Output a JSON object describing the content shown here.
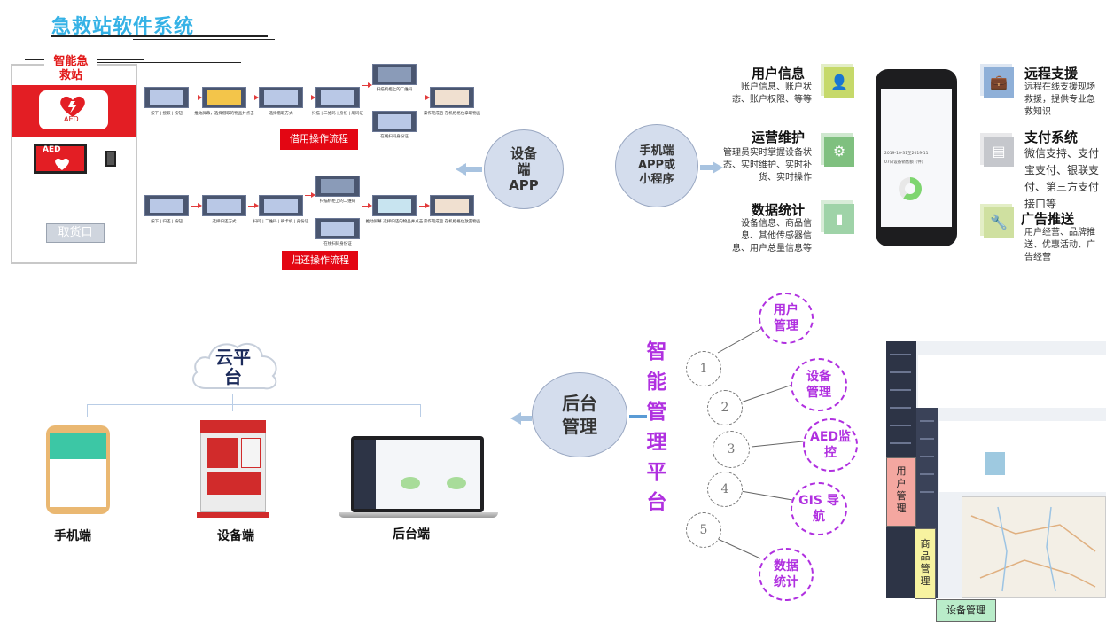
{
  "title": "急救站软件系统",
  "kiosk": {
    "label_line1": "智能急",
    "label_line2": "救站",
    "aed_card_text": "AED",
    "aed_panel_text": "AED",
    "pickup_button": "取货口"
  },
  "borrow_flow": {
    "steps": [
      "按下 | 搜取 | 按钮",
      "推动屏幕，选择借取的物品并点击",
      "选择借取方式",
      "扫描 | 二维码 | 身份 | 刷码证",
      "扫描机柜上的二维码",
      "在线扫码身份证",
      "操作完成后 在机柜格位拿取物品"
    ],
    "button": "借用操作流程"
  },
  "return_flow": {
    "steps": [
      "按下 | 归还 | 按钮",
      "选择归还方式",
      "扫码 | 二维码 | 刷卡机 | 身份证",
      "扫描机柜上的二维码",
      "在线扫码身份证",
      "推动屏幕 选择归还的物品并点击",
      "操作完成后 在机柜格位放置物品"
    ],
    "button": "归还操作流程"
  },
  "device_app_circle": [
    "设备",
    "端",
    "APP"
  ],
  "mobile_circle": [
    "手机端",
    "APP或",
    "小程序"
  ],
  "features_left": [
    {
      "title": "用户信息",
      "desc": "账户信息、账户状态、账户权限、等等",
      "icon": "user-icon"
    },
    {
      "title": "运营维护",
      "desc": "管理员实时掌握设备状态、实时维护、实时补货、实时操作",
      "icon": "gear-icon"
    },
    {
      "title": "数据统计",
      "desc": "设备信息、商品信息、其他传感器信息、用户总量信息等",
      "icon": "bar-chart-icon"
    }
  ],
  "features_right": [
    {
      "title": "远程支援",
      "desc": "远程在线支援现场救援，提供专业急救知识",
      "icon": "briefcase-icon"
    },
    {
      "title": "支付系统",
      "desc": "微信支持、支付宝支付、银联支付、第三方支付接口等",
      "icon": "message-icon"
    },
    {
      "title": "广告推送",
      "desc": "用户经营、品牌推送、优惠活动、广告经营",
      "icon": "wrench-icon"
    }
  ],
  "phone_screen": {
    "date_range": "2019-10-31至2019-11",
    "summary": "07日设备销售额（件）"
  },
  "cloud": [
    "云平",
    "台"
  ],
  "endpoints": [
    "手机端",
    "设备端",
    "后台端"
  ],
  "backend_circle": [
    "后台",
    "管理"
  ],
  "platform_vertical": [
    "智",
    "能",
    "管",
    "理",
    "平",
    "台"
  ],
  "modules": [
    {
      "num": "1",
      "label": [
        "用户",
        "管理"
      ]
    },
    {
      "num": "2",
      "label": [
        "设备",
        "管理"
      ]
    },
    {
      "num": "3",
      "label": [
        "AED监",
        "控"
      ]
    },
    {
      "num": "4",
      "label": [
        "GIS 导",
        "航"
      ]
    },
    {
      "num": "5",
      "label": [
        "数据",
        "统计"
      ]
    }
  ],
  "admin_tags": {
    "user": [
      "用",
      "户",
      "管",
      "理"
    ],
    "goods": [
      "商",
      "品",
      "管",
      "理"
    ],
    "device": "设备管理"
  },
  "colors": {
    "title": "#35b2e6",
    "red": "#e30613",
    "purple": "#b030e0",
    "circle_fill": "#d4dded",
    "tag_user": "#f4a7a0",
    "tag_goods": "#f7f3a0",
    "tag_device": "#b9ecc9"
  }
}
